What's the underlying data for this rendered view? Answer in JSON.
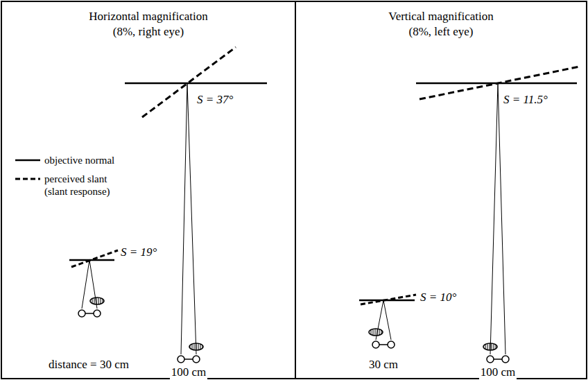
{
  "diagram": {
    "nodes": [
      {
        "text": [
          "Horizontal magnification",
          "(8%, right eye)"
        ]
      },
      {
        "text": [
          "Vertical magnification",
          "(8%, left eye)"
        ]
      }
    ],
    "labels": [
      "S = 37°",
      "S = 19°",
      "S = 11.5°",
      "S = 10°",
      "distance = 30 cm",
      "100 cm",
      "30 cm",
      "100 cm"
    ],
    "legend": [
      {
        "text": "objective normal"
      },
      {
        "text": "perceived slant (slant response)"
      }
    ]
  }
}
